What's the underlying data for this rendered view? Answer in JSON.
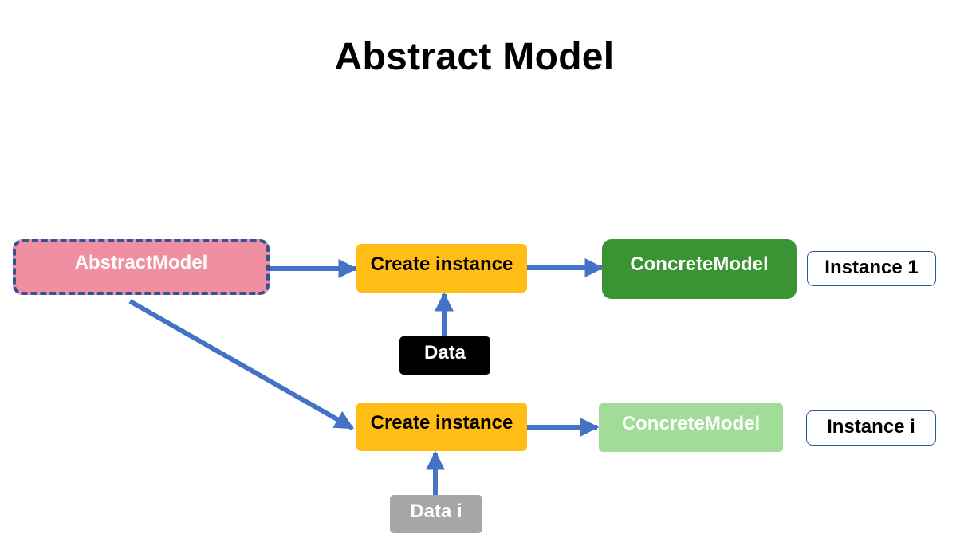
{
  "title": "Abstract Model",
  "nodes": {
    "abstract_model": {
      "label": "AbstractModel",
      "fill": "#f08fa2",
      "text_color": "#ffffff",
      "border_color": "#2f5597"
    },
    "create_instance_1": {
      "label": "Create instance",
      "fill": "#ffbd16",
      "text_color": "#000000"
    },
    "create_instance_2": {
      "label": "Create instance",
      "fill": "#ffbd16",
      "text_color": "#000000"
    },
    "concrete_model_1": {
      "label": "ConcreteModel",
      "fill": "#3a9434",
      "text_color": "#ffffff"
    },
    "concrete_model_2": {
      "label": "ConcreteModel",
      "fill": "#a2dc99",
      "text_color": "#ffffff"
    },
    "data_1": {
      "label": "Data",
      "fill": "#000000",
      "text_color": "#ffffff"
    },
    "data_2": {
      "label": "Data i",
      "fill": "#a6a6a6",
      "text_color": "#ffffff"
    },
    "instance_1": {
      "label": "Instance 1"
    },
    "instance_2": {
      "label": "Instance i"
    }
  },
  "arrow_color": "#4472c4"
}
